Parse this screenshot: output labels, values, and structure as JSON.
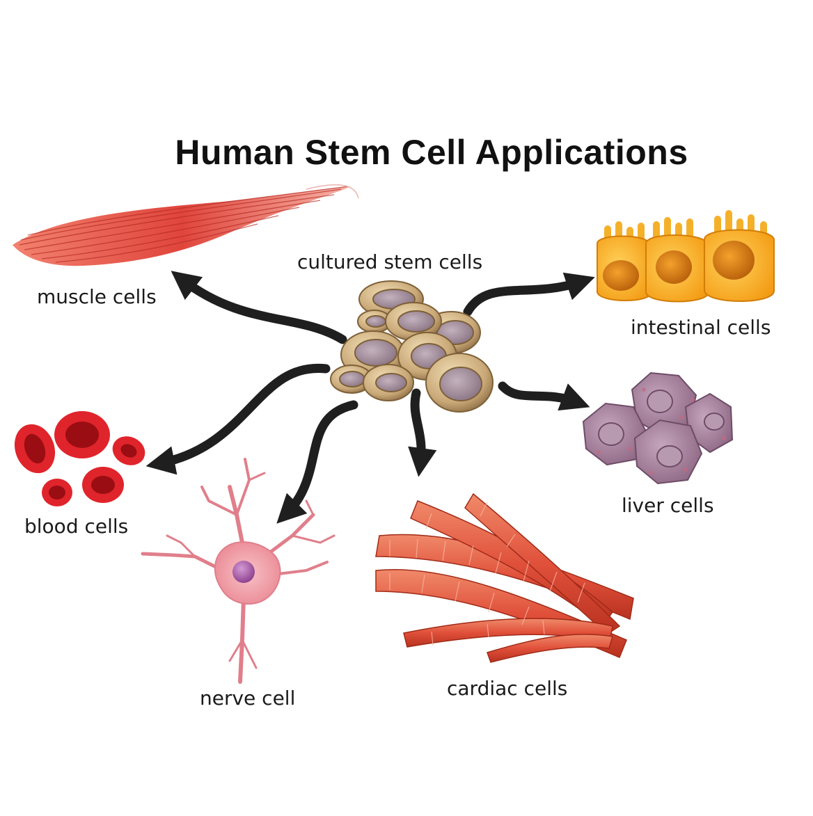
{
  "diagram": {
    "title": "Human Stem Cell Applications",
    "source": {
      "label": "cultured stem cells"
    },
    "targets": [
      {
        "id": "muscle",
        "label": "muscle cells"
      },
      {
        "id": "intestinal",
        "label": "intestinal cells"
      },
      {
        "id": "liver",
        "label": "liver cells"
      },
      {
        "id": "blood",
        "label": "blood cells"
      },
      {
        "id": "nerve",
        "label": "nerve cell"
      },
      {
        "id": "cardiac",
        "label": "cardiac cells"
      }
    ]
  },
  "colors": {
    "arrow": "#1f1f1f",
    "muscle": "#e0453c",
    "stem": "#c9a877",
    "stem_nucleus": "#9c8595",
    "intestinal": "#f5a21c",
    "liver": "#9a7590",
    "blood": "#c4141a",
    "nerve": "#ef8f99",
    "nerve_nucleus": "#9b4a9c",
    "cardiac": "#e0503a"
  }
}
